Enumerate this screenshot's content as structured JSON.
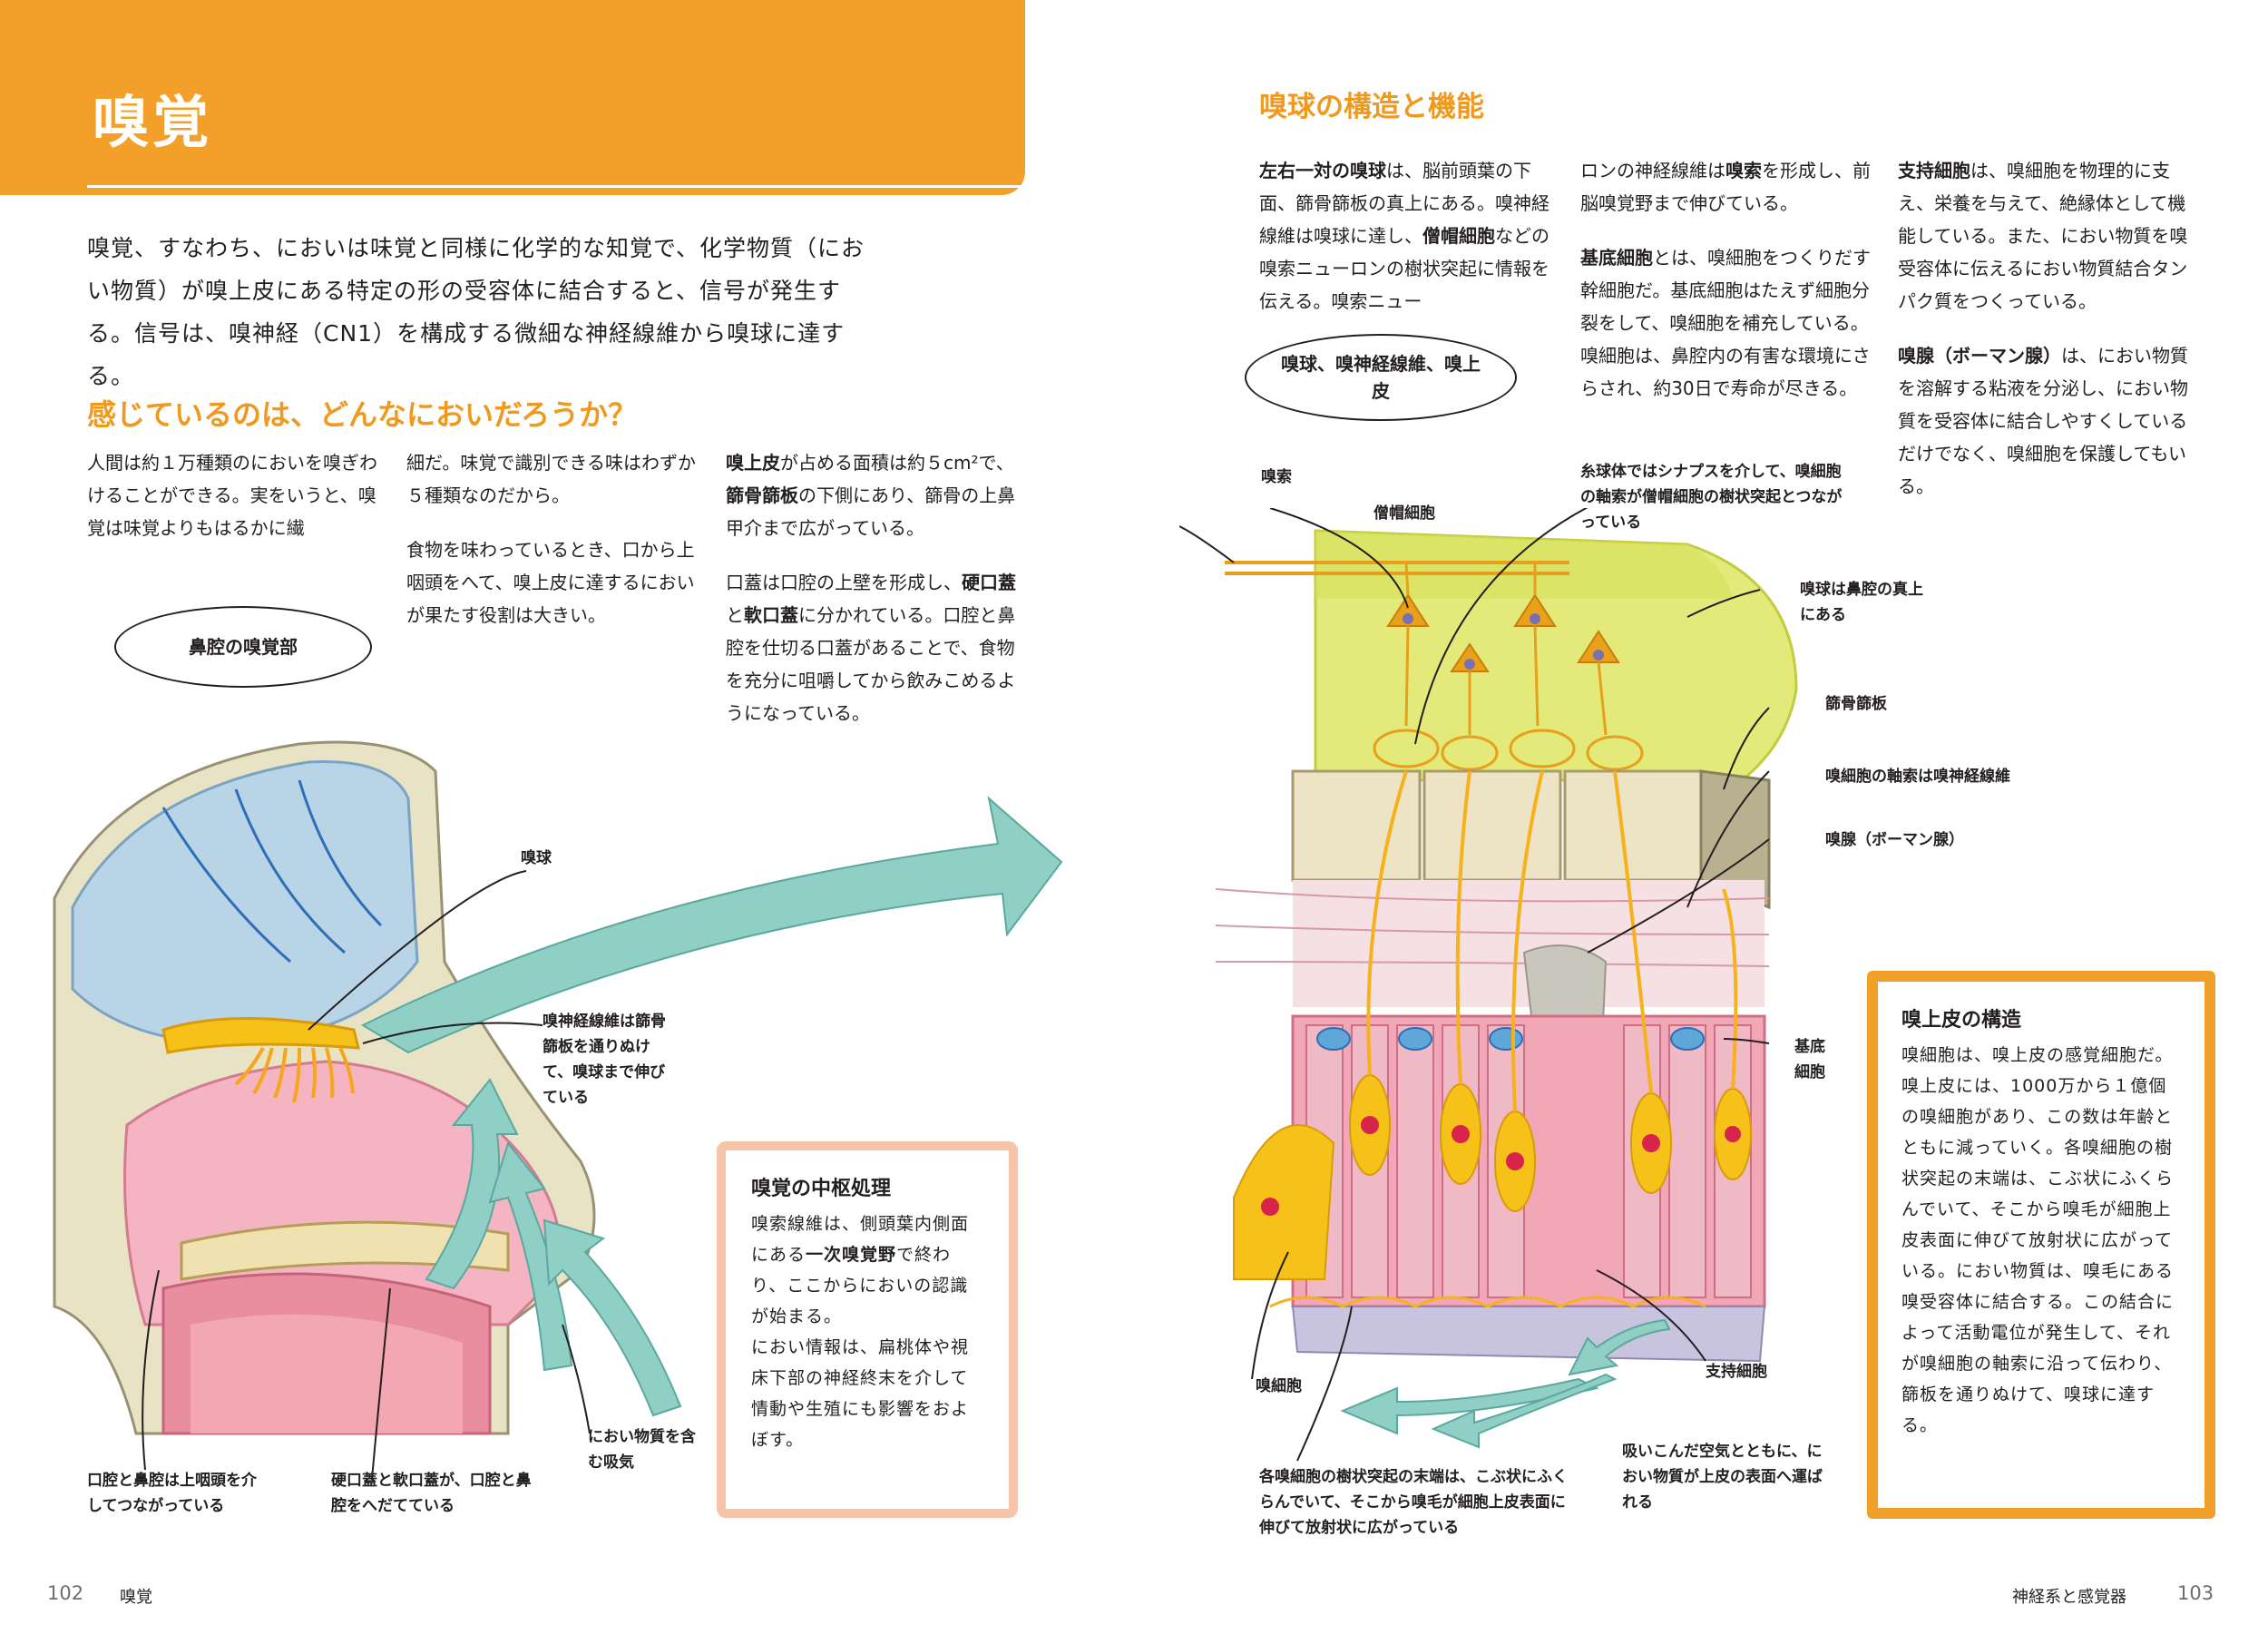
{
  "header": {
    "title": "嗅覚"
  },
  "intro": {
    "text": "嗅覚、すなわち、においは味覚と同様に化学的な知覚で、化学物質（におい物質）が嗅上皮にある特定の形の受容体に結合すると、信号が発生する。信号は、嗅神経（CN1）を構成する微細な神経線維から嗅球に達する。"
  },
  "left_section": {
    "heading": "感じているのは、どんなにおいだろうか？",
    "col1": "人間は約１万種類のにおいを嗅ぎわけることができる。実をいうと、嗅覚は味覚よりもはるかに繊",
    "col2_p1": "細だ。味覚で識別できる味はわずか５種類なのだから。",
    "col2_p2": "食物を味わっているとき、口から上咽頭をへて、嗅上皮に達するにおいが果たす役割は大きい。",
    "col3_p1_b1": "嗅上皮",
    "col3_p1_t1": "が占める面積は約５cm²で、",
    "col3_p1_b2": "篩骨篩板",
    "col3_p1_t2": "の下側にあり、篩骨の上鼻甲介まで広がっている。",
    "col3_p2_t1": "口蓋は口腔の上壁を形成し、",
    "col3_p2_b1": "硬口蓋",
    "col3_p2_t2": "と",
    "col3_p2_b2": "軟口蓋",
    "col3_p2_t3": "に分かれている。口腔と鼻腔を仕切る口蓋があることで、食物を充分に咀嚼してから飲みこめるようになっている。",
    "oval_label": "鼻腔の嗅覚部",
    "labels": {
      "olfactory_bulb": "嗅球",
      "nerve_fibers": "嗅神経線維は篩骨篩板を通りぬけて、嗅球まで伸びている",
      "oral_nasal": "口腔と鼻腔は上咽頭を介してつながっている",
      "palate": "硬口蓋と軟口蓋が、口腔と鼻腔をへだてている",
      "inhale": "におい物質を含む吸気"
    },
    "box": {
      "title": "嗅覚の中枢処理",
      "p1_t1": "嗅索線維は、側頭葉内側面にある",
      "p1_b1": "一次嗅覚野",
      "p1_t2": "で終わり、ここからにおいの認識が始まる。",
      "p2": "におい情報は、扁桃体や視床下部の神経終末を介して情動や生殖にも影響をおよぼす。"
    }
  },
  "right_section": {
    "heading": "嗅球の構造と機能",
    "col1_b1": "左右一対の嗅球",
    "col1_t1": "は、脳前頭葉の下面、篩骨篩板の真上にある。嗅神経線維は嗅球に達し、",
    "col1_b2": "僧帽細胞",
    "col1_t2": "などの嗅索ニューロンの樹状突起に情報を伝える。嗅索ニュー",
    "col2_p1_t1": "ロンの神経線維は",
    "col2_p1_b1": "嗅索",
    "col2_p1_t2": "を形成し、前脳嗅覚野まで伸びている。",
    "col2_p2_b1": "基底細胞",
    "col2_p2_t1": "とは、嗅細胞をつくりだす幹細胞だ。基底細胞はたえず細胞分裂をして、嗅細胞を補充している。嗅細胞は、鼻腔内の有害な環境にさらされ、約30日で寿命が尽きる。",
    "col3_p1_b1": "支持細胞",
    "col3_p1_t1": "は、嗅細胞を物理的に支え、栄養を与えて、絶縁体として機能している。また、におい物質を嗅受容体に伝えるにおい物質結合タンパク質をつくっている。",
    "col3_p2_b1": "嗅腺（ボーマン腺）",
    "col3_p2_t1": "は、におい物質を溶解する粘液を分泌し、におい物質を受容体に結合しやすくしているだけでなく、嗅細胞を保護してもいる。",
    "oval_label": "嗅球、嗅神経線維、嗅上皮",
    "labels": {
      "olfactory_tract": "嗅索",
      "mitral_cell": "僧帽細胞",
      "glomerulus": "糸球体ではシナプスを介して、嗅細胞の軸索が僧帽細胞の樹状突起とつながっている",
      "bulb_position": "嗅球は鼻腔の真上にある",
      "cribriform": "篩骨篩板",
      "axon": "嗅細胞の軸索は嗅神経線維",
      "gland": "嗅腺（ボーマン腺）",
      "basal_cell": "基底細胞",
      "receptor_cell": "嗅細胞",
      "support_cell": "支持細胞",
      "dendrite": "各嗅細胞の樹状突起の末端は、こぶ状にふくらんでいて、そこから嗅毛が細胞上皮表面に伸びて放射状に広がっている",
      "air": "吸いこんだ空気とともに、におい物質が上皮の表面へ運ばれる"
    },
    "box": {
      "title": "嗅上皮の構造",
      "body": "嗅細胞は、嗅上皮の感覚細胞だ。嗅上皮には、1000万から１億個の嗅細胞があり、この数は年齢とともに減っていく。各嗅細胞の樹状突起の末端は、こぶ状にふくらんでいて、そこから嗅毛が細胞上皮表面に伸びて放射状に広がっている。におい物質は、嗅毛にある嗅受容体に結合する。この結合によって活動電位が発生して、それが嗅細胞の軸索に沿って伝わり、篩板を通りぬけて、嗅球に達する。"
    }
  },
  "footer": {
    "left_page": "102",
    "left_title": "嗅覚",
    "right_title": "神経系と感覚器",
    "right_page": "103"
  },
  "colors": {
    "accent": "#f2a029",
    "peach": "#f6c4a8",
    "teal": "#8fcfc6",
    "bulb_green": "#e3ea7a",
    "nerve_yellow": "#f6c21a"
  }
}
